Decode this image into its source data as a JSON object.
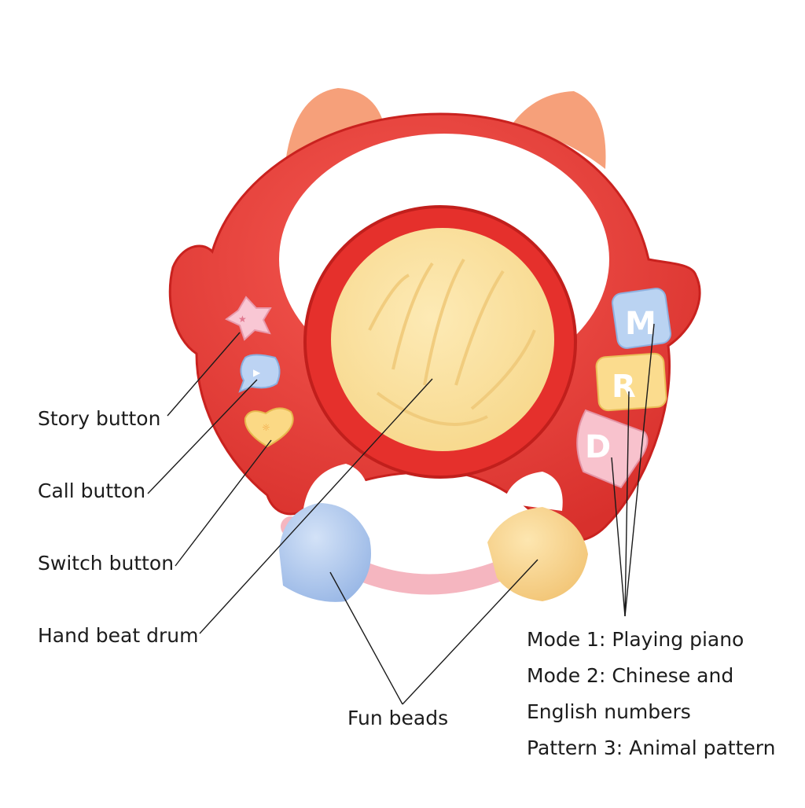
{
  "labels": {
    "story": "Story button",
    "call": "Call button",
    "switch": "Switch button",
    "drum": "Hand beat drum",
    "beads": "Fun beads",
    "mode1": "Mode 1: Playing piano",
    "mode2a": "Mode 2: Chinese and",
    "mode2b": "English numbers",
    "mode3": "Pattern 3: Animal pattern"
  },
  "keys": {
    "m": "M",
    "r": "R",
    "d": "D"
  },
  "colors": {
    "body": "#ec3a36",
    "body_dark": "#c9221f",
    "drum_face": "#fbe3a2",
    "ear": "#f7a27a",
    "bead_blue": "#b4cdef",
    "bead_yellow": "#f9d690",
    "ring_pink": "#f6b9c3",
    "line": "#1a1a1a"
  },
  "icons": [
    "star-button-icon",
    "speech-bubble-button-icon",
    "heart-button-icon"
  ]
}
